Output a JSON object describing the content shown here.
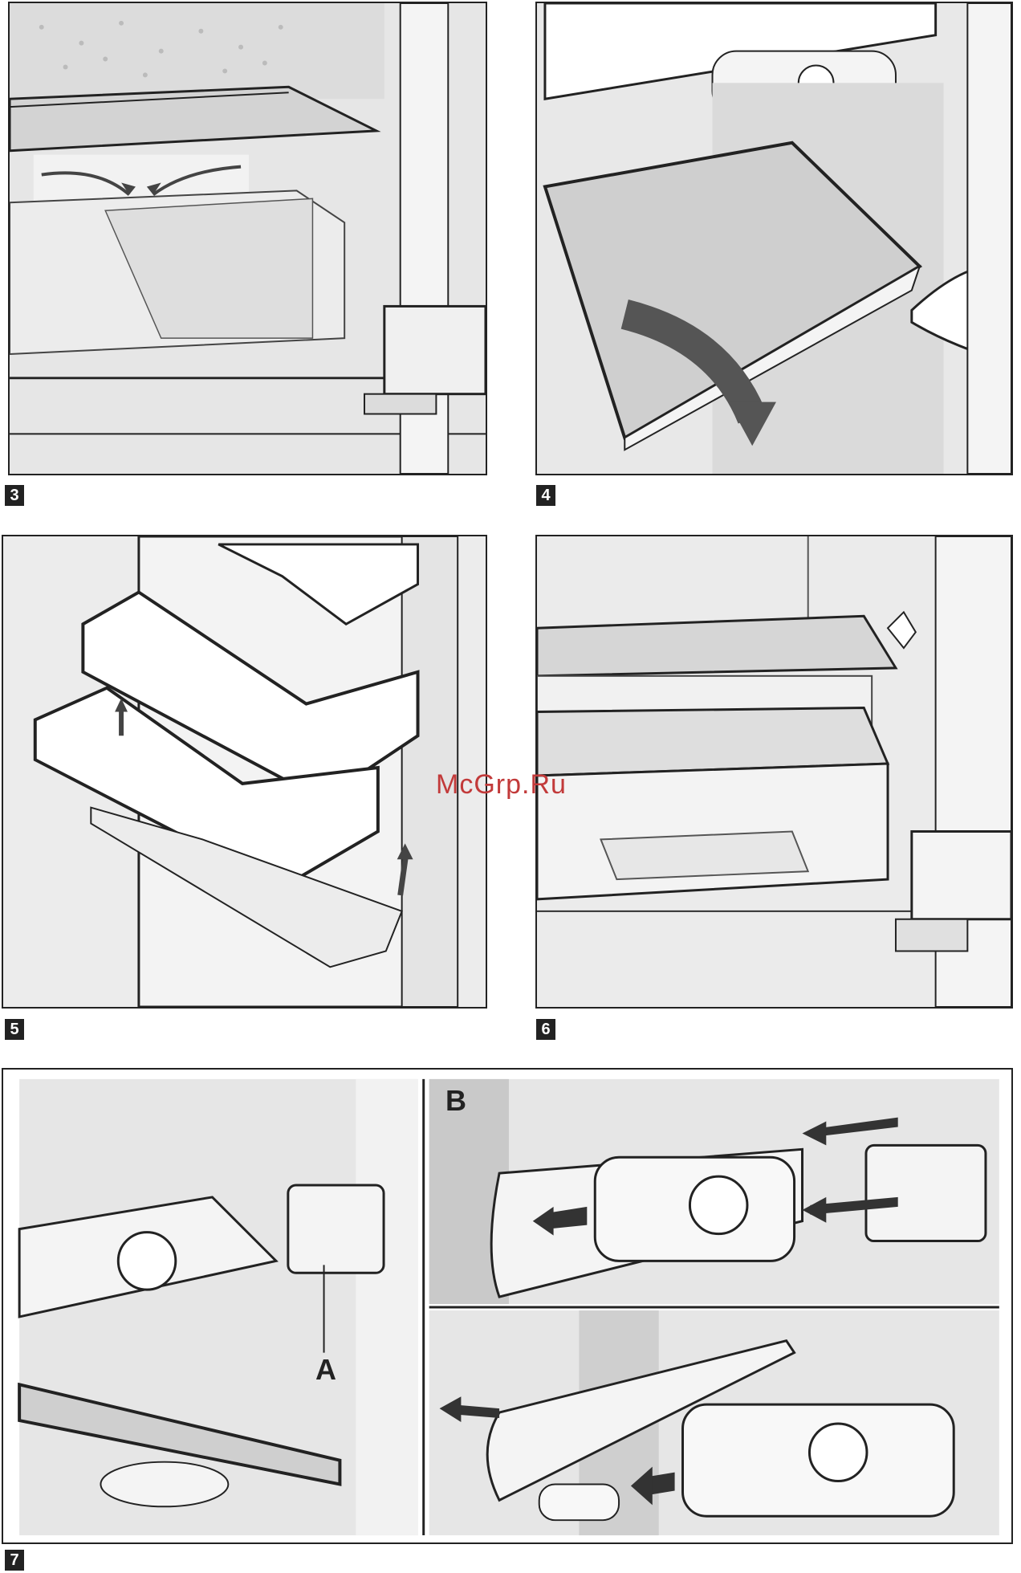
{
  "figures": [
    {
      "number": "3"
    },
    {
      "number": "4"
    },
    {
      "number": "5"
    },
    {
      "number": "6"
    },
    {
      "number": "7"
    }
  ],
  "figure7": {
    "label_a": "A",
    "label_b": "B"
  },
  "watermark": "McGrp.Ru",
  "colors": {
    "line": "#222222",
    "panel": "#e9e9e9",
    "shade": "#cfcfcf",
    "arrow": "#555555",
    "watermark": "#c23a3a"
  },
  "icons": [
    "airflow-arrow",
    "pull-out-arrow",
    "lift-arrow",
    "push-arrow"
  ]
}
